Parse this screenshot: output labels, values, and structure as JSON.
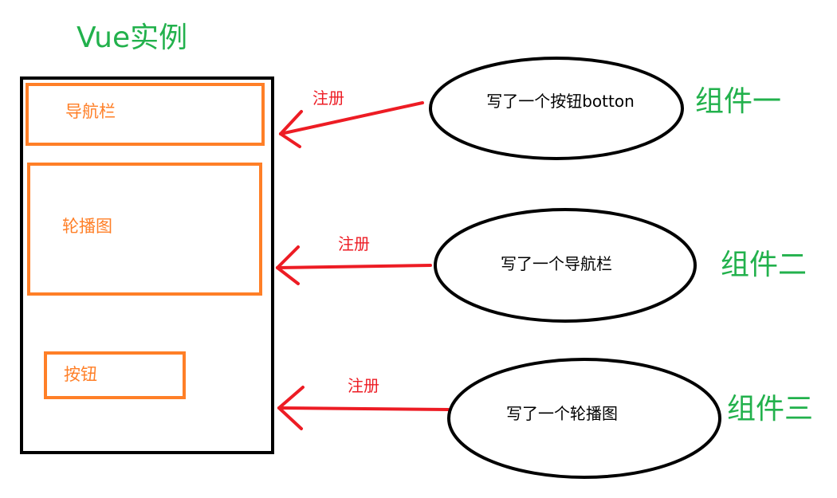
{
  "title": "Vue实例",
  "instance": {
    "navbar_label": "导航栏",
    "carousel_label": "轮播图",
    "button_label": "按钮"
  },
  "components": [
    {
      "text": "写了一个按钮botton",
      "label": "组件一",
      "register_label": "注册"
    },
    {
      "text": "写了一个导航栏",
      "label": "组件二",
      "register_label": "注册"
    },
    {
      "text": "写了一个轮播图",
      "label": "组件三",
      "register_label": "注册"
    }
  ],
  "colors": {
    "green": "#22b14c",
    "orange": "#ff7f27",
    "red": "#ed1c24",
    "black": "#000000"
  }
}
